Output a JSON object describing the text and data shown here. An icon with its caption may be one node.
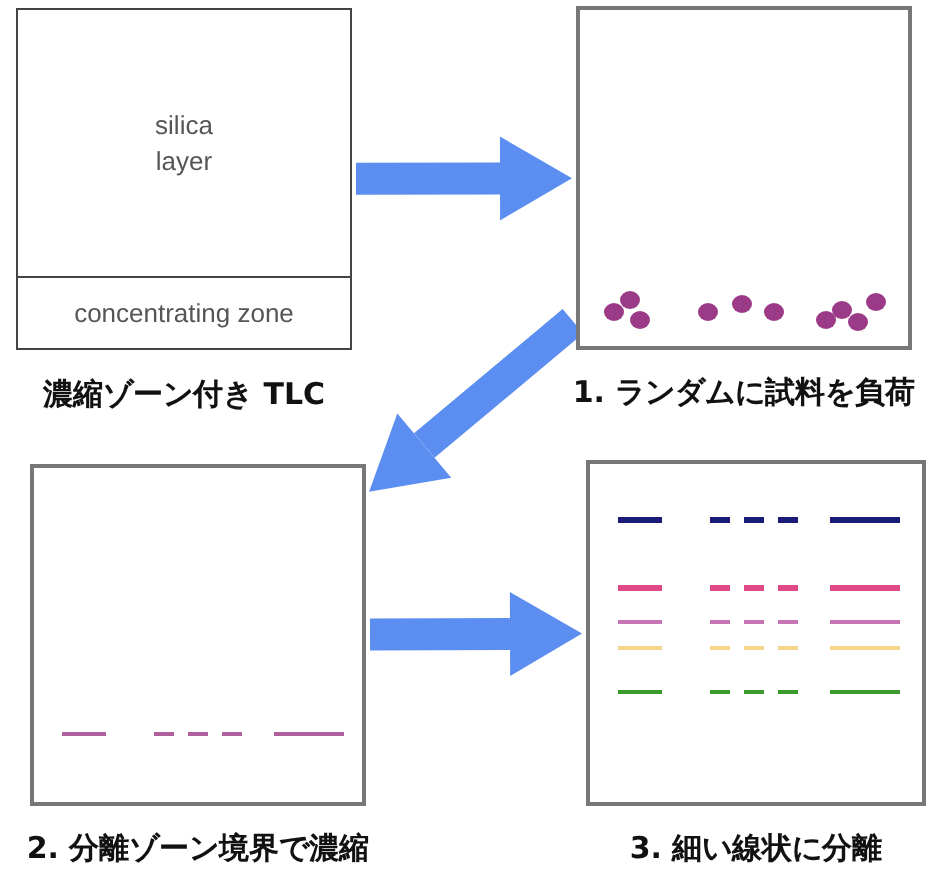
{
  "diagram": {
    "nodes": [
      {
        "text": [
          "濃縮ゾーン付き TLC"
        ]
      },
      {
        "text": [
          "silica layer"
        ],
        "in": 0
      },
      {
        "text": [
          "concentrating zone"
        ],
        "in": 0
      },
      {
        "text": [
          "1. ランダムに試料を負荷"
        ]
      },
      {
        "text": [
          "2. 分離ゾーン境界で濃縮"
        ]
      },
      {
        "text": [
          "3. 細い線状に分離"
        ]
      }
    ],
    "edges": [
      {
        "from": 0,
        "to": 3,
        "arrow": "to"
      },
      {
        "from": 3,
        "to": 4,
        "arrow": "to"
      },
      {
        "from": 4,
        "to": 5,
        "arrow": "to"
      }
    ]
  }
}
